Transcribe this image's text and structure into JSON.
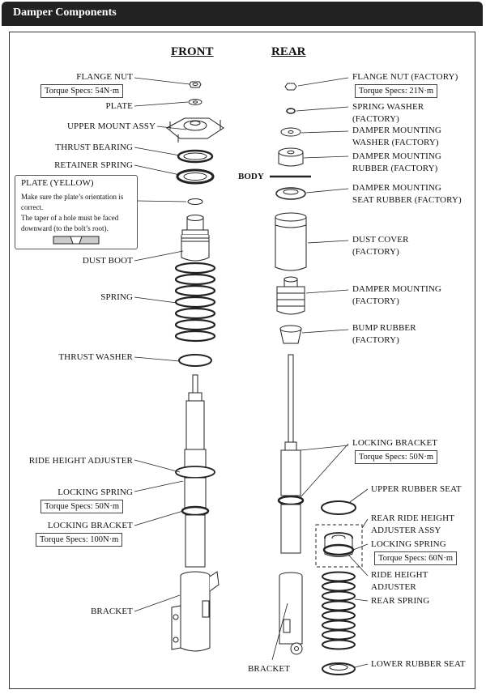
{
  "title": "Damper Components",
  "headings": {
    "front": "FRONT",
    "rear": "REAR",
    "body": "BODY"
  },
  "front_labels": {
    "flange_nut": "FLANGE NUT",
    "flange_nut_spec": "Torque Specs: 54N·m",
    "plate": "PLATE",
    "upper_mount": "UPPER MOUNT ASSY",
    "thrust_bearing": "THRUST BEARING",
    "retainer_spring": "RETAINER SPRING",
    "dust_boot": "DUST BOOT",
    "spring": "SPRING",
    "thrust_washer": "THRUST WASHER",
    "ride_height_adjuster": "RIDE HEIGHT ADJUSTER",
    "locking_spring": "LOCKING SPRING",
    "locking_spring_spec": "Torque Specs: 50N·m",
    "locking_bracket": "LOCKING BRACKET",
    "locking_bracket_spec": "Torque Specs: 100N·m",
    "bracket": "BRACKET"
  },
  "note": {
    "title": "PLATE (YELLOW)",
    "line1": "Make sure the plate’s orientation is",
    "line2": "correct.",
    "line3": "The taper of a hole must be faced",
    "line4": "downward (to the bolt’s root)."
  },
  "rear_labels": {
    "flange_nut": "FLANGE NUT (FACTORY)",
    "flange_nut_spec": "Torque Specs: 21N·m",
    "spring_washer_1": "SPRING WASHER",
    "spring_washer_2": "(FACTORY)",
    "mount_washer_1": "DAMPER MOUNTING",
    "mount_washer_2": "WASHER (FACTORY)",
    "mount_rubber_1": "DAMPER MOUNTING",
    "mount_rubber_2": "RUBBER (FACTORY)",
    "seat_rubber_1": "DAMPER MOUNTING",
    "seat_rubber_2": "SEAT RUBBER (FACTORY)",
    "dust_cover_1": "DUST COVER",
    "dust_cover_2": "(FACTORY)",
    "mounting_1": "DAMPER MOUNTING",
    "mounting_2": "(FACTORY)",
    "bump_rubber_1": "BUMP RUBBER",
    "bump_rubber_2": "(FACTORY)",
    "locking_bracket": "LOCKING BRACKET",
    "locking_bracket_spec": "Torque Specs: 50N·m",
    "upper_rubber_seat": "UPPER RUBBER SEAT",
    "rear_adjuster_1": "REAR RIDE HEIGHT",
    "rear_adjuster_2": "ADJUSTER ASSY",
    "locking_spring": "LOCKING SPRING",
    "locking_spring_spec": "Torque Specs: 60N·m",
    "ride_height_1": "RIDE HEIGHT",
    "ride_height_2": "ADJUSTER",
    "rear_spring": "REAR SPRING",
    "bracket": "BRACKET",
    "lower_rubber_seat": "LOWER RUBBER SEAT"
  }
}
